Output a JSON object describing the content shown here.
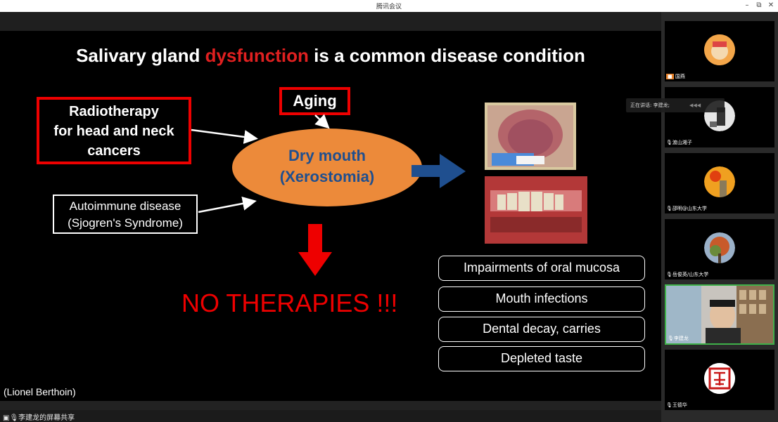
{
  "window": {
    "title": "腾讯会议",
    "minimize": "–",
    "restore": "⧉",
    "close": "✕"
  },
  "slide": {
    "headline_pre": "Salivary gland ",
    "headline_highlight": "dysfunction",
    "headline_post": " is a common disease condition",
    "radiotherapy": [
      "Radiotherapy",
      "for head and neck",
      "cancers"
    ],
    "aging": "Aging",
    "autoimmune": [
      "Autoimmune disease",
      "(Sjogren's Syndrome)"
    ],
    "ellipse": [
      "Dry mouth",
      "(Xerostomia)"
    ],
    "no_therapies": "NO THERAPIES !!!",
    "consequences": [
      "Impairments of oral mucosa",
      "Mouth infections",
      "Dental decay, carries",
      "Depleted taste"
    ],
    "credit": "(Lionel Berthoin)"
  },
  "share_label": "李建龙的屏幕共享",
  "speaking_label": "正在讲话: 李建龙;",
  "participants": [
    {
      "name": "国燕"
    },
    {
      "name": "渡山湘子"
    },
    {
      "name": "邵明@山东大学"
    },
    {
      "name": "岳俊英/山东大学"
    },
    {
      "name": "李建龙"
    },
    {
      "name": "王德华"
    }
  ],
  "colors": {
    "accent_red": "#e00000",
    "ellipse_orange": "#ec8a3a",
    "ellipse_text": "#1f4f8f",
    "arrow_blue": "#1f4f8f"
  }
}
